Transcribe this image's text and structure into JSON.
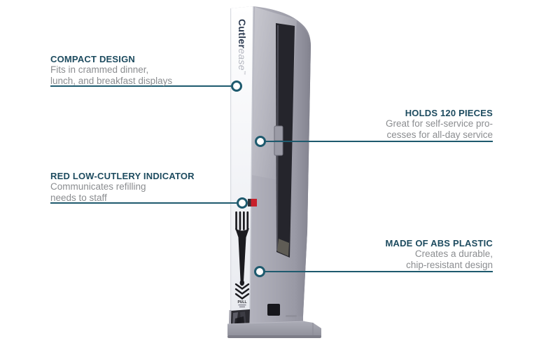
{
  "page": {
    "title": "Cutlerease countertop cutlery dispenser feature diagram"
  },
  "colors": {
    "accent_teal": "#1e5a6e",
    "heading_teal": "#1d4b5f",
    "body_text_gray": "#8b8d90",
    "red_indicator": "#c8202a",
    "product_gray": "#a4a4af",
    "front_strip_white": "#f4f5f8"
  },
  "product": {
    "name": "Cutlerease cutlery dispenser",
    "brand_part1": "Cutler",
    "brand_part2": "ease",
    "brand_tm": "™",
    "pull_label": "PULL"
  },
  "callouts": [
    {
      "id": "compact-design",
      "title": "COMPACT DESIGN",
      "lines": [
        "Fits in crammed dinner,",
        "lunch, and breakfast displays"
      ]
    },
    {
      "id": "holds-120-pieces",
      "title": "HOLDS 120 PIECES",
      "lines": [
        "Great for self-service pro-",
        "cesses for all-day service"
      ]
    },
    {
      "id": "red-low-cutlery-indicator",
      "title": "RED LOW-CUTLERY INDICATOR",
      "lines": [
        "Communicates refilling",
        "needs to staff"
      ]
    },
    {
      "id": "made-of-abs-plastic",
      "title": "MADE OF ABS PLASTIC",
      "lines": [
        "Creates a durable,",
        "chip-resistant design"
      ]
    }
  ]
}
